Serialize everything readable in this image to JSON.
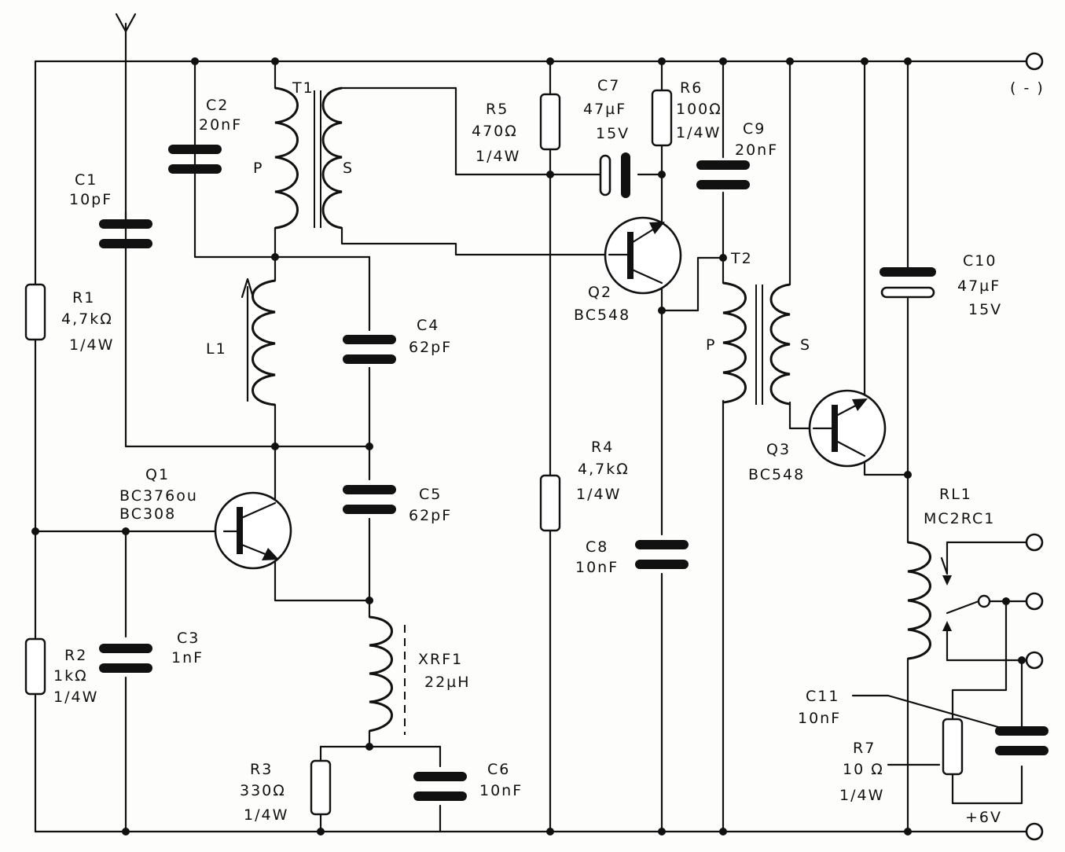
{
  "components": {
    "c1": {
      "name": "C1",
      "value": "10pF"
    },
    "c2": {
      "name": "C2",
      "value": "20nF"
    },
    "c3": {
      "name": "C3",
      "value": "1nF"
    },
    "c4": {
      "name": "C4",
      "value": "62pF"
    },
    "c5": {
      "name": "C5",
      "value": "62pF"
    },
    "c6": {
      "name": "C6",
      "value": "10nF"
    },
    "c7": {
      "name": "C7",
      "value": "47µF",
      "voltage": "15V"
    },
    "c8": {
      "name": "C8",
      "value": "10nF"
    },
    "c9": {
      "name": "C9",
      "value": "20nF"
    },
    "c10": {
      "name": "C10",
      "value": "47µF",
      "voltage": "15V"
    },
    "c11": {
      "name": "C11",
      "value": "10nF"
    },
    "r1": {
      "name": "R1",
      "value": "4,7kΩ",
      "power": "1/4W"
    },
    "r2": {
      "name": "R2",
      "value": "1kΩ",
      "power": "1/4W"
    },
    "r3": {
      "name": "R3",
      "value": "330Ω",
      "power": "1/4W"
    },
    "r4": {
      "name": "R4",
      "value": "4,7kΩ",
      "power": "1/4W"
    },
    "r5": {
      "name": "R5",
      "value": "470Ω",
      "power": "1/4W"
    },
    "r6": {
      "name": "R6",
      "value": "100Ω",
      "power": "1/4W"
    },
    "r7": {
      "name": "R7",
      "value": "10 Ω",
      "power": "1/4W"
    },
    "l1": {
      "name": "L1"
    },
    "xrf1": {
      "name": "XRF1",
      "value": "22µH"
    },
    "t1": {
      "name": "T1",
      "primary": "P",
      "secondary": "S"
    },
    "t2": {
      "name": "T2",
      "primary": "P",
      "secondary": "S"
    },
    "q1": {
      "name": "Q1",
      "part": "BC376ou",
      "alt": "BC308"
    },
    "q2": {
      "name": "Q2",
      "part": "BC548"
    },
    "q3": {
      "name": "Q3",
      "part": "BC548"
    },
    "rl1": {
      "name": "RL1",
      "part": "MC2RC1"
    }
  },
  "terminals": {
    "negative": "( - )",
    "positive": "+6V"
  }
}
